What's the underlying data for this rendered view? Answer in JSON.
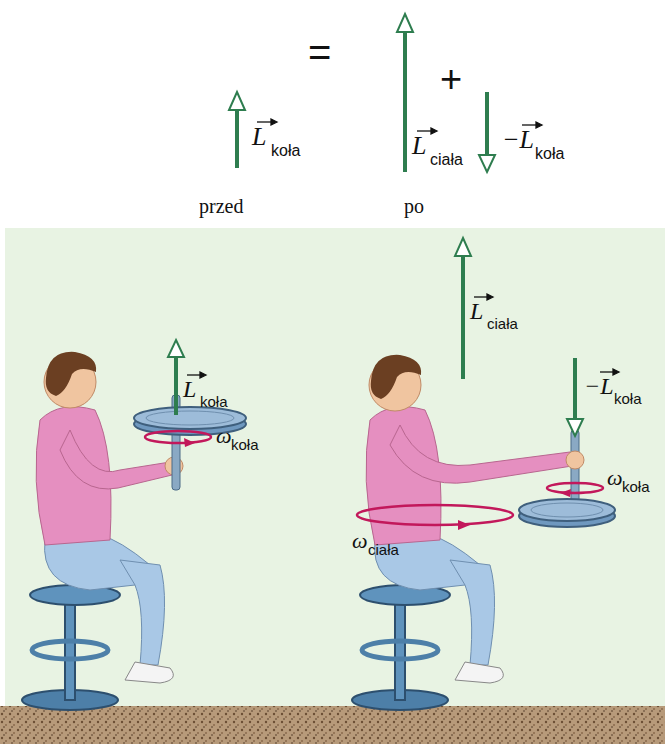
{
  "diagram": {
    "labels": [
      "=",
      "+",
      "L",
      "koła",
      "L",
      "ciała",
      "−L",
      "koła",
      "przed",
      "po",
      "L",
      "koła",
      "ω",
      "koła",
      "L",
      "ciała",
      "−L",
      "koła",
      "ω",
      "koła",
      "ω",
      "ciała"
    ]
  }
}
